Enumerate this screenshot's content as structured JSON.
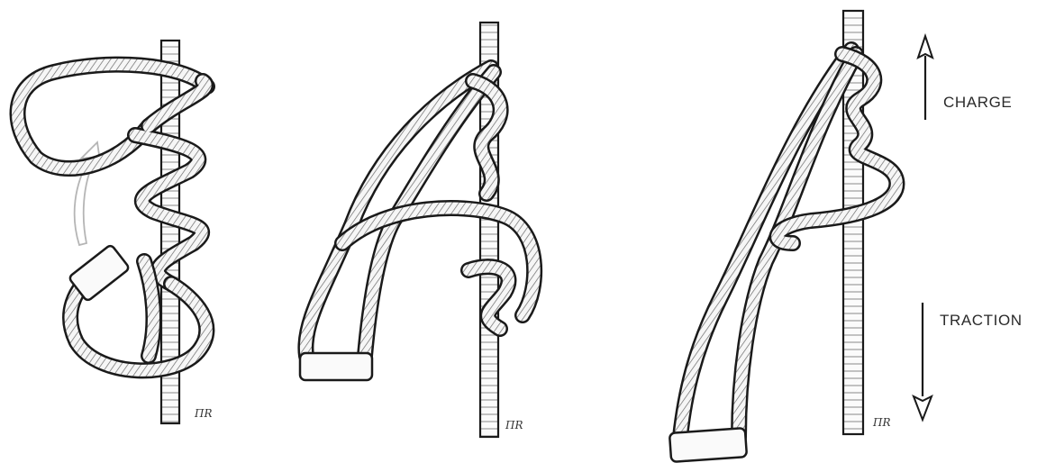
{
  "labels": {
    "charge": "CHARGE",
    "traction": "TRACTION"
  },
  "signatures": [
    "ПR",
    "ПR",
    "ПR"
  ],
  "colors": {
    "ink": "#1a1a1a",
    "rope_fill": "#f4f4f4",
    "hint_arrow": "#b5b5b5"
  },
  "figures": [
    {
      "name": "knot-step-1"
    },
    {
      "name": "knot-step-2"
    },
    {
      "name": "knot-step-3"
    }
  ]
}
